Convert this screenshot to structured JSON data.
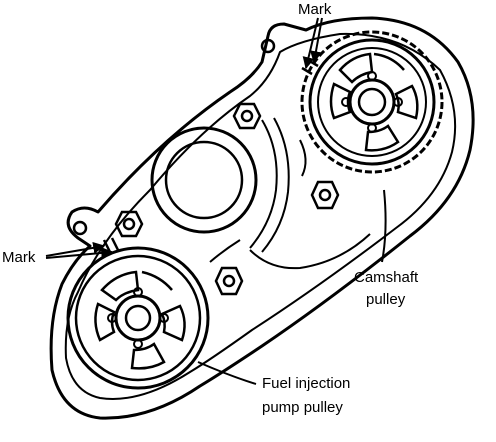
{
  "labels": {
    "mark_top": "Mark",
    "mark_left": "Mark",
    "camshaft_line1": "Camshaft",
    "camshaft_line2": "pulley",
    "fuel_line1": "Fuel injection",
    "fuel_line2": "pump pulley"
  },
  "colors": {
    "ink": "#000000",
    "paper": "#ffffff"
  }
}
